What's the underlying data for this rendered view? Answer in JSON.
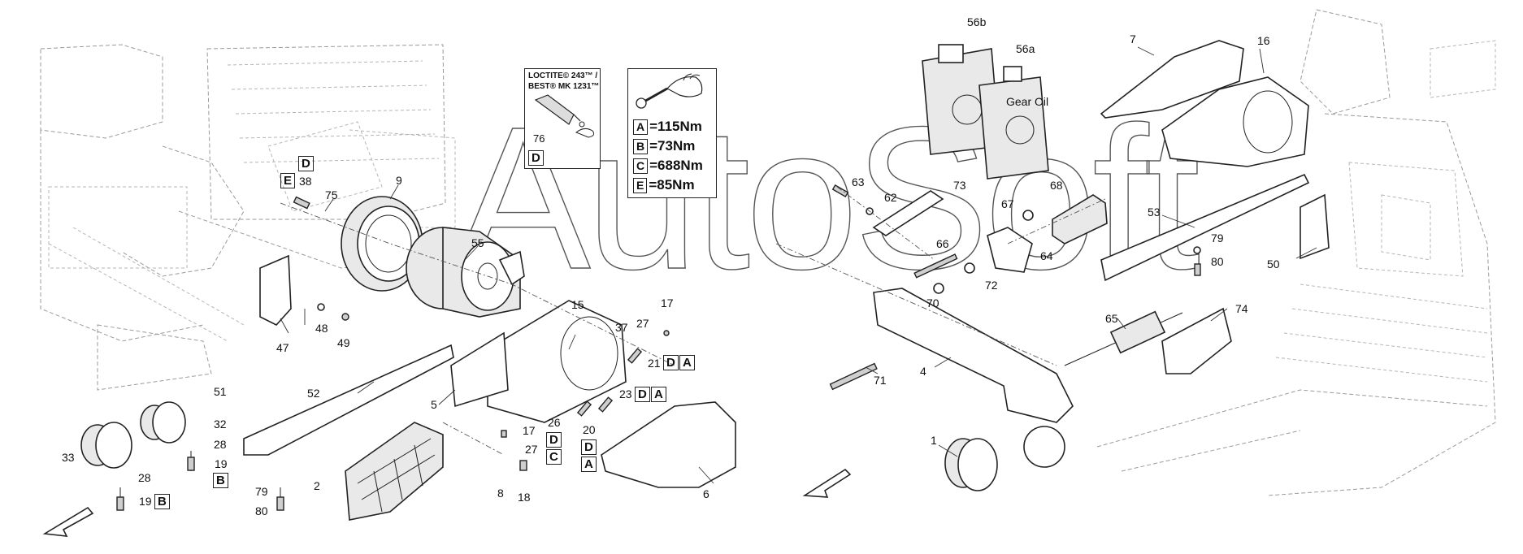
{
  "watermark": "AutoSoft",
  "loctite": {
    "title_line1": "LOCTITE© 243™ /",
    "title_line2": "BEST® MK 1231™",
    "part_number": "76",
    "code": "D"
  },
  "torque_table": [
    {
      "code": "A",
      "value": "=115Nm"
    },
    {
      "code": "B",
      "value": "=73Nm"
    },
    {
      "code": "C",
      "value": "=688Nm"
    },
    {
      "code": "E",
      "value": "=85Nm"
    }
  ],
  "oil": {
    "can_b": "56b",
    "can_a": "56a",
    "label": "Gear Oil"
  },
  "callouts": {
    "p1": "1",
    "p2": "2",
    "p4": "4",
    "p5": "5",
    "p6": "6",
    "p7": "7",
    "p8": "8",
    "p9": "9",
    "p15": "15",
    "p16": "16",
    "p17a": "17",
    "p17b": "17",
    "p18": "18",
    "p19a": "19",
    "p19b": "19",
    "p20": "20",
    "p21": "21",
    "p23": "23",
    "p26": "26",
    "p27a": "27",
    "p27b": "27",
    "p28a": "28",
    "p28b": "28",
    "p32": "32",
    "p33": "33",
    "p37": "37",
    "p38": "38",
    "p47": "47",
    "p48": "48",
    "p49": "49",
    "p50": "50",
    "p51": "51",
    "p52": "52",
    "p53": "53",
    "p55": "55",
    "p62": "62",
    "p63": "63",
    "p64": "64",
    "p65": "65",
    "p66": "66",
    "p67": "67",
    "p68": "68",
    "p70": "70",
    "p71": "71",
    "p72": "72",
    "p73": "73",
    "p74": "74",
    "p75": "75",
    "p79a": "79",
    "p79b": "79",
    "p80a": "80",
    "p80b": "80"
  },
  "codes": {
    "c38d": "D",
    "c38e": "E",
    "c21d": "D",
    "c21a": "A",
    "c23d": "D",
    "c23a": "A",
    "c26d": "D",
    "c26c": "C",
    "c20d": "D",
    "c20a": "A",
    "c19b1": "B",
    "c19b2": "B"
  }
}
